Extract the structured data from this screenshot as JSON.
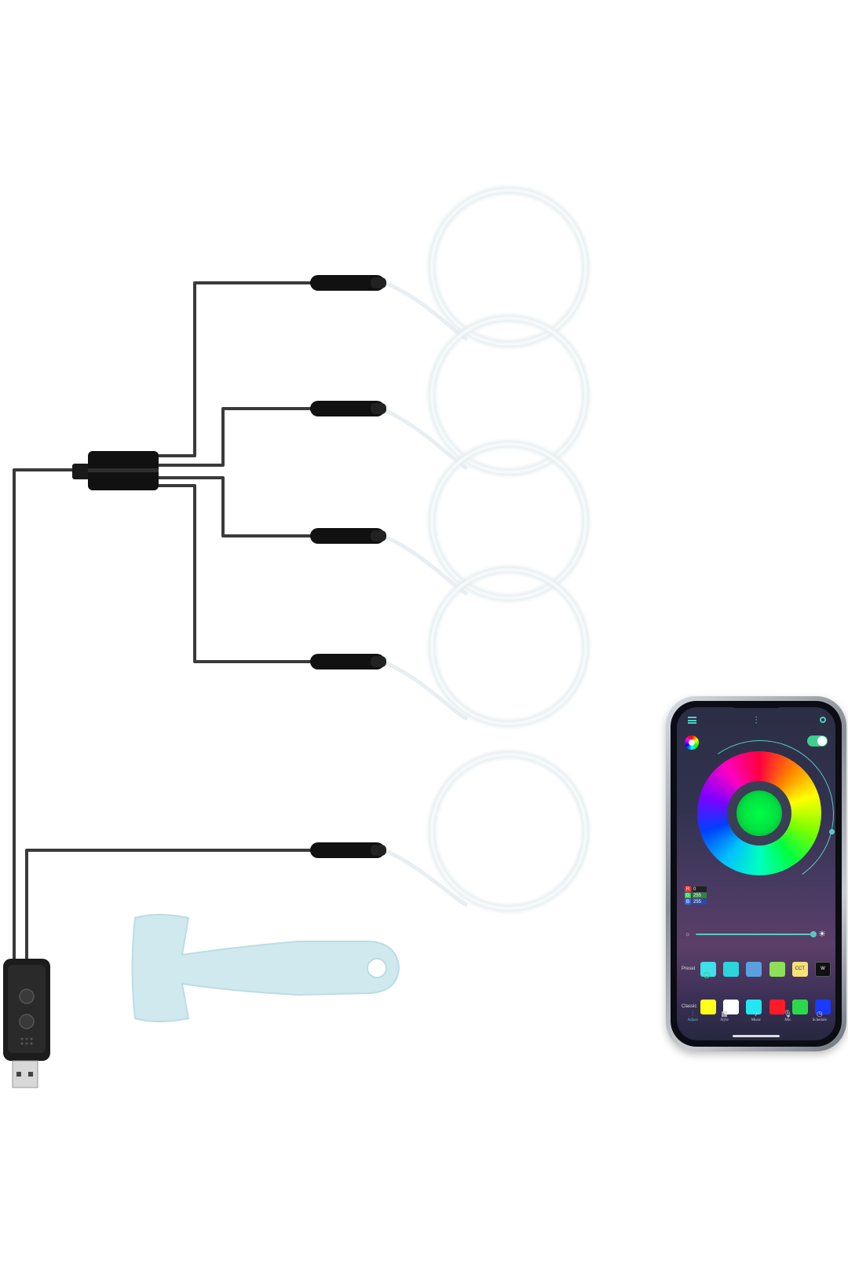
{
  "phone_app": {
    "rgb": [
      {
        "key": "R",
        "value": "0"
      },
      {
        "key": "G",
        "value": "255"
      },
      {
        "key": "B",
        "value": "255"
      }
    ],
    "preset_label": "Preset",
    "preset_swatches": [
      {
        "color": "#3fe0e8",
        "text": ""
      },
      {
        "color": "#2ad6dc",
        "text": ""
      },
      {
        "color": "#5aa0e0",
        "text": ""
      },
      {
        "color": "#8ee05a",
        "text": ""
      },
      {
        "color": "#f4e27a",
        "text": "CCT"
      },
      {
        "color": "#111111",
        "text": "W"
      }
    ],
    "classic_label": "Classic",
    "classic_swatches": [
      "#ffff1a",
      "#ffffff",
      "#22e6f0",
      "#ff1a2a",
      "#2ad84a",
      "#1a3aff"
    ],
    "tabs": [
      {
        "icon": "adjust-icon",
        "label": "Adjust"
      },
      {
        "icon": "style-icon",
        "label": "Style"
      },
      {
        "icon": "music-icon",
        "label": "Music"
      },
      {
        "icon": "mic-icon",
        "label": "Mic"
      },
      {
        "icon": "schedule-icon",
        "label": "Schedule"
      }
    ],
    "toggle_on": true,
    "brightness": 0.9,
    "current_color": "#00ff44"
  }
}
